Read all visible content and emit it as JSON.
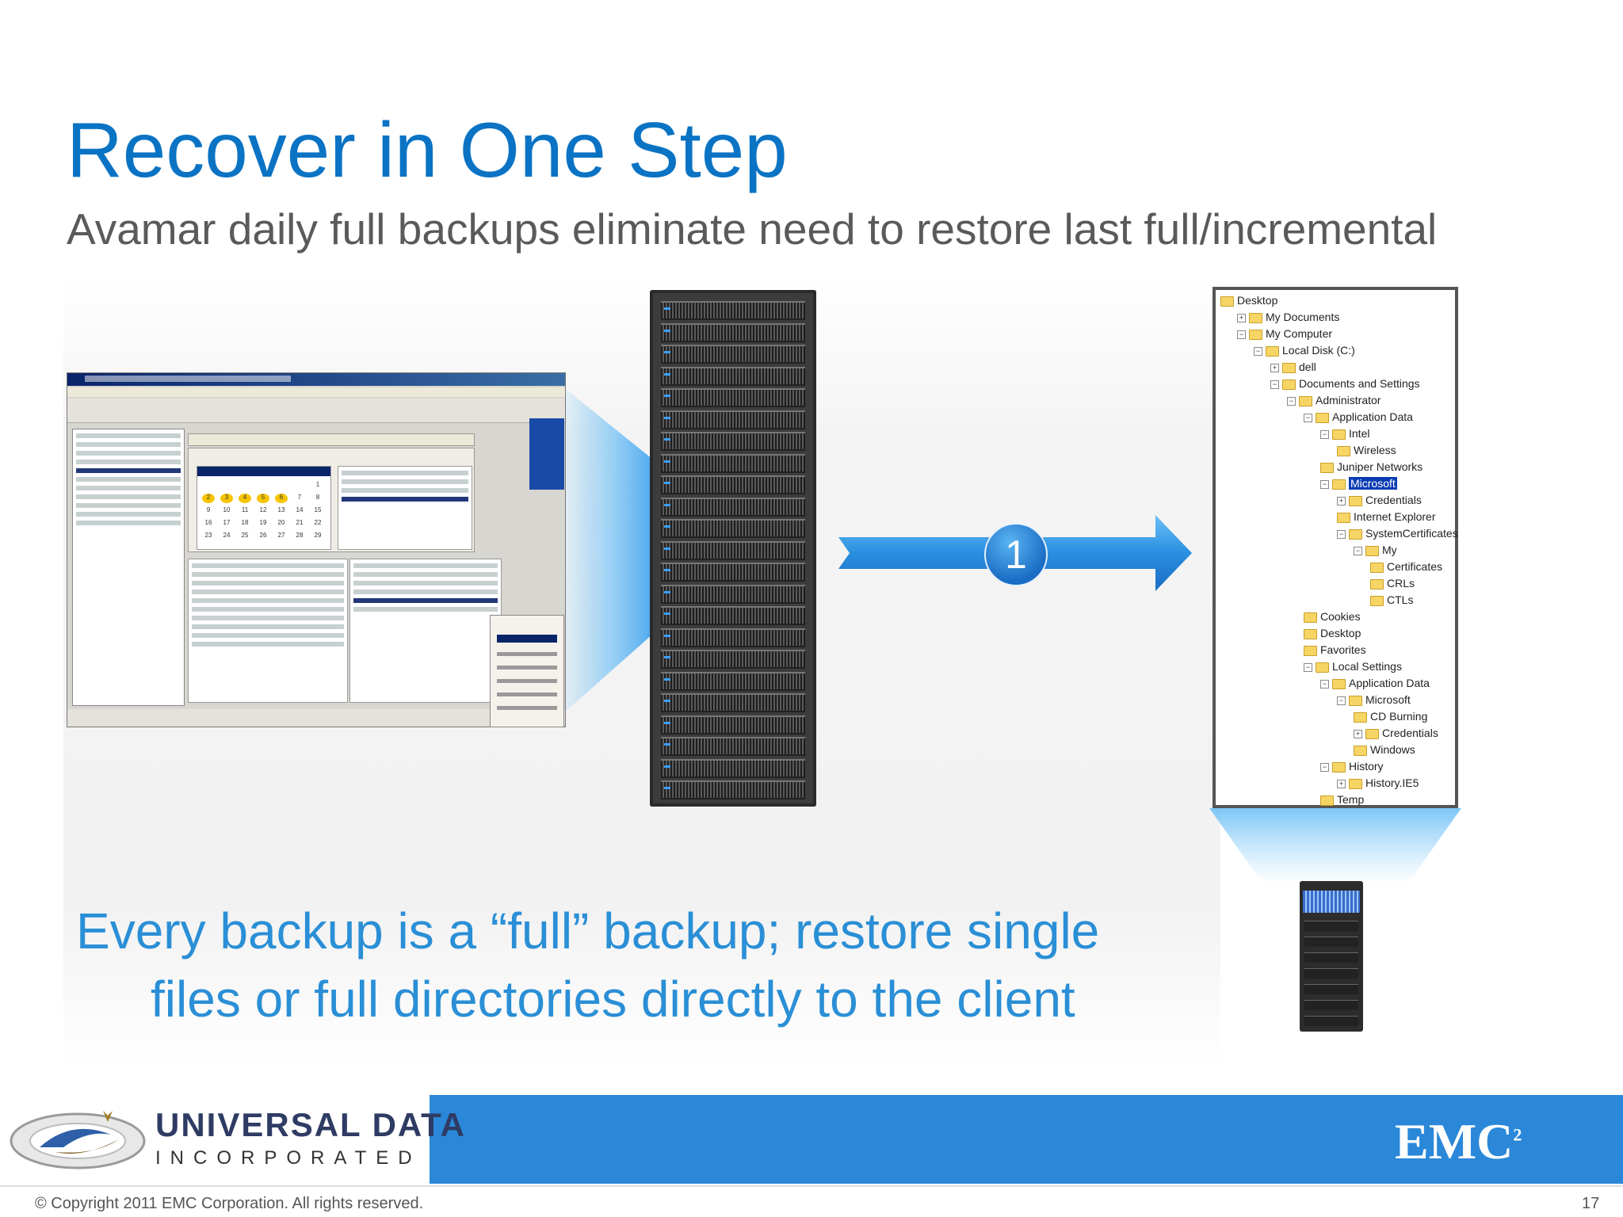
{
  "slide": {
    "title": "Recover in One Step",
    "subtitle": "Avamar daily full backups eliminate need to restore last full/incremental",
    "body_line1": "Every backup is a “full” backup; restore single",
    "body_line2": "files or full directories directly to the client",
    "step_number": "1",
    "copyright": "© Copyright 2011 EMC Corporation. All rights reserved.",
    "page_number": "17"
  },
  "logos": {
    "partner_line1": "UNIVERSAL DATA",
    "partner_line2": "INCORPORATED",
    "brand": "EMC",
    "brand_sup": "2"
  },
  "colors": {
    "title": "#0a73c4",
    "subtitle": "#5a5a5a",
    "body": "#2a8fd6",
    "footer_bar": "#2b88d8",
    "arrow": "#2a8fe0"
  },
  "calendar": {
    "rows": [
      [
        "",
        "",
        "",
        "",
        "",
        "",
        "1"
      ],
      [
        "2",
        "3",
        "4",
        "5",
        "6",
        "7",
        "8"
      ],
      [
        "9",
        "10",
        "11",
        "12",
        "13",
        "14",
        "15"
      ],
      [
        "16",
        "17",
        "18",
        "19",
        "20",
        "21",
        "22"
      ],
      [
        "23",
        "24",
        "25",
        "26",
        "27",
        "28",
        "29"
      ]
    ]
  },
  "explorer_tree": [
    {
      "label": "Desktop",
      "level": 0,
      "toggle": ""
    },
    {
      "label": "My Documents",
      "level": 1,
      "toggle": "+"
    },
    {
      "label": "My Computer",
      "level": 1,
      "toggle": "−"
    },
    {
      "label": "Local Disk (C:)",
      "level": 2,
      "toggle": "−"
    },
    {
      "label": "dell",
      "level": 3,
      "toggle": "+"
    },
    {
      "label": "Documents and Settings",
      "level": 3,
      "toggle": "−"
    },
    {
      "label": "Administrator",
      "level": 4,
      "toggle": "−"
    },
    {
      "label": "Application Data",
      "level": 5,
      "toggle": "−"
    },
    {
      "label": "Intel",
      "level": 6,
      "toggle": "−"
    },
    {
      "label": "Wireless",
      "level": 7,
      "toggle": ""
    },
    {
      "label": "Juniper Networks",
      "level": 6,
      "toggle": ""
    },
    {
      "label": "Microsoft",
      "level": 6,
      "toggle": "−",
      "selected": true
    },
    {
      "label": "Credentials",
      "level": 7,
      "toggle": "+"
    },
    {
      "label": "Internet Explorer",
      "level": 7,
      "toggle": ""
    },
    {
      "label": "SystemCertificates",
      "level": 7,
      "toggle": "−"
    },
    {
      "label": "My",
      "level": 8,
      "toggle": "−"
    },
    {
      "label": "Certificates",
      "level": 9,
      "toggle": ""
    },
    {
      "label": "CRLs",
      "level": 9,
      "toggle": ""
    },
    {
      "label": "CTLs",
      "level": 9,
      "toggle": ""
    },
    {
      "label": "Cookies",
      "level": 5,
      "toggle": ""
    },
    {
      "label": "Desktop",
      "level": 5,
      "toggle": ""
    },
    {
      "label": "Favorites",
      "level": 5,
      "toggle": ""
    },
    {
      "label": "Local Settings",
      "level": 5,
      "toggle": "−"
    },
    {
      "label": "Application Data",
      "level": 6,
      "toggle": "−"
    },
    {
      "label": "Microsoft",
      "level": 7,
      "toggle": "−"
    },
    {
      "label": "CD Burning",
      "level": 8,
      "toggle": ""
    },
    {
      "label": "Credentials",
      "level": 8,
      "toggle": "+"
    },
    {
      "label": "Windows",
      "level": 8,
      "toggle": ""
    },
    {
      "label": "History",
      "level": 6,
      "toggle": "−"
    },
    {
      "label": "History.IE5",
      "level": 7,
      "toggle": "+"
    },
    {
      "label": "Temp",
      "level": 6,
      "toggle": ""
    }
  ]
}
